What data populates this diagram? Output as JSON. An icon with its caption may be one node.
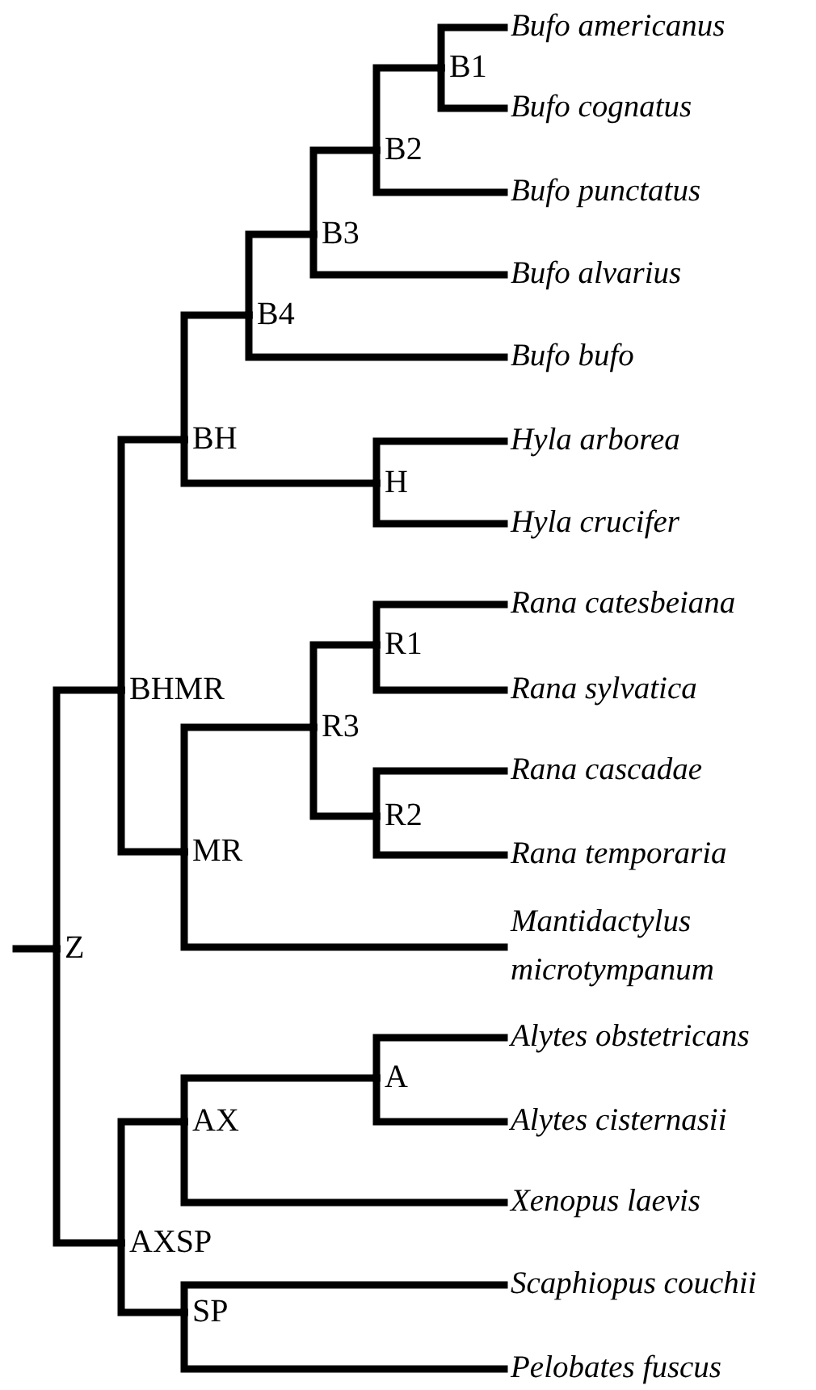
{
  "diagram": {
    "nodes": [
      {
        "text": [
          "Bufo americanus"
        ]
      },
      {
        "text": [
          "B1"
        ]
      },
      {
        "text": [
          "Bufo cognatus"
        ]
      },
      {
        "text": [
          "B2"
        ]
      },
      {
        "text": [
          "Bufo punctatus"
        ]
      },
      {
        "text": [
          "B3"
        ]
      },
      {
        "text": [
          "Bufo alvarius"
        ]
      },
      {
        "text": [
          "B4"
        ]
      },
      {
        "text": [
          "Bufo bufo"
        ]
      },
      {
        "text": [
          "BH"
        ]
      },
      {
        "text": [
          "Hyla arborea"
        ]
      },
      {
        "text": [
          "H"
        ]
      },
      {
        "text": [
          "Hyla crucifer"
        ]
      },
      {
        "text": [
          "Rana catesbeiana"
        ]
      },
      {
        "text": [
          "BHMR"
        ]
      },
      {
        "text": [
          "R1"
        ]
      },
      {
        "text": [
          "Rana sylvatica"
        ]
      },
      {
        "text": [
          "R3"
        ]
      },
      {
        "text": [
          "Rana cascadae"
        ]
      },
      {
        "text": [
          "R2"
        ]
      },
      {
        "text": [
          "MR"
        ]
      },
      {
        "text": [
          "Rana temporaria"
        ]
      },
      {
        "text": [
          "Mantidactylus microtympanum"
        ]
      },
      {
        "text": [
          "Z"
        ]
      },
      {
        "text": [
          "Alytes obstetricans"
        ]
      },
      {
        "text": [
          "A"
        ]
      },
      {
        "text": [
          "Alytes cisternasii"
        ]
      },
      {
        "text": [
          "AX"
        ]
      },
      {
        "text": [
          "Xenopus laevis"
        ]
      },
      {
        "text": [
          "AXSP"
        ]
      },
      {
        "text": [
          "Scaphiopus couchii"
        ]
      },
      {
        "text": [
          "SP"
        ]
      },
      {
        "text": [
          "Pelobates fuscus"
        ]
      }
    ],
    "edges": [
      {
        "from": 1,
        "to": 0,
        "arrow": "none"
      },
      {
        "from": 1,
        "to": 2,
        "arrow": "none"
      },
      {
        "from": 3,
        "to": 1,
        "arrow": "none"
      },
      {
        "from": 3,
        "to": 4,
        "arrow": "none"
      },
      {
        "from": 5,
        "to": 3,
        "arrow": "none"
      },
      {
        "from": 5,
        "to": 6,
        "arrow": "none"
      },
      {
        "from": 7,
        "to": 5,
        "arrow": "none"
      },
      {
        "from": 7,
        "to": 8,
        "arrow": "none"
      },
      {
        "from": 11,
        "to": 10,
        "arrow": "none"
      },
      {
        "from": 11,
        "to": 12,
        "arrow": "none"
      },
      {
        "from": 9,
        "to": 7,
        "arrow": "none"
      },
      {
        "from": 9,
        "to": 11,
        "arrow": "none"
      },
      {
        "from": 15,
        "to": 13,
        "arrow": "none"
      },
      {
        "from": 15,
        "to": 16,
        "arrow": "none"
      },
      {
        "from": 19,
        "to": 18,
        "arrow": "none"
      },
      {
        "from": 19,
        "to": 21,
        "arrow": "none"
      },
      {
        "from": 17,
        "to": 15,
        "arrow": "none"
      },
      {
        "from": 17,
        "to": 19,
        "arrow": "none"
      },
      {
        "from": 20,
        "to": 17,
        "arrow": "none"
      },
      {
        "from": 20,
        "to": 22,
        "arrow": "none"
      },
      {
        "from": 14,
        "to": 9,
        "arrow": "none"
      },
      {
        "from": 14,
        "to": 20,
        "arrow": "none"
      },
      {
        "from": 25,
        "to": 24,
        "arrow": "none"
      },
      {
        "from": 25,
        "to": 26,
        "arrow": "none"
      },
      {
        "from": 27,
        "to": 25,
        "arrow": "none"
      },
      {
        "from": 27,
        "to": 28,
        "arrow": "none"
      },
      {
        "from": 31,
        "to": 30,
        "arrow": "none"
      },
      {
        "from": 31,
        "to": 32,
        "arrow": "none"
      },
      {
        "from": 29,
        "to": 27,
        "arrow": "none"
      },
      {
        "from": 29,
        "to": 31,
        "arrow": "none"
      },
      {
        "from": 23,
        "to": 14,
        "arrow": "none"
      },
      {
        "from": 23,
        "to": 29,
        "arrow": "none"
      },
      {
        "from": null,
        "to": 23,
        "arrow": "none"
      }
    ]
  }
}
